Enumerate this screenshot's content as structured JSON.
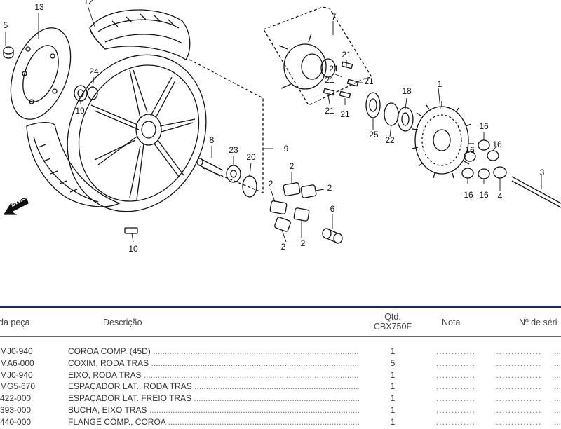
{
  "diagram": {
    "callouts": [
      "1",
      "2",
      "2",
      "2",
      "2",
      "2",
      "3",
      "4",
      "5",
      "6",
      "7",
      "8",
      "9",
      "10",
      "12",
      "13",
      "16",
      "16",
      "16",
      "16",
      "16",
      "18",
      "19",
      "20",
      "21",
      "21",
      "21",
      "21",
      "21",
      "21",
      "22",
      "23",
      "24",
      "25"
    ],
    "fwd_label": "FWD"
  },
  "table": {
    "headers": {
      "part_no": "da peça",
      "description": "Descrição",
      "qty_line1": "Qtd.",
      "qty_line2": "CBX750F",
      "note": "Nota",
      "serial": "Nº de séri"
    },
    "rows": [
      {
        "part_no": "MJ0-940",
        "description": "COROA COMP. (45D)",
        "qty": "1"
      },
      {
        "part_no": "MA6-000",
        "description": "COXIM, RODA TRAS",
        "qty": "5"
      },
      {
        "part_no": "MJ0-940",
        "description": "EIXO, RODA TRAS",
        "qty": "1"
      },
      {
        "part_no": "MG5-670",
        "description": "ESPAÇADOR LAT., RODA TRAS",
        "qty": "1"
      },
      {
        "part_no": "422-000",
        "description": "ESPAÇADOR LAT. FREIO TRAS",
        "qty": "1"
      },
      {
        "part_no": "393-000",
        "description": "BUCHA, EIXO TRAS",
        "qty": "1"
      },
      {
        "part_no": "440-000",
        "description": "FLANGE COMP., COROA",
        "qty": "1"
      }
    ]
  },
  "colors": {
    "rule": "#1f2a5a"
  }
}
